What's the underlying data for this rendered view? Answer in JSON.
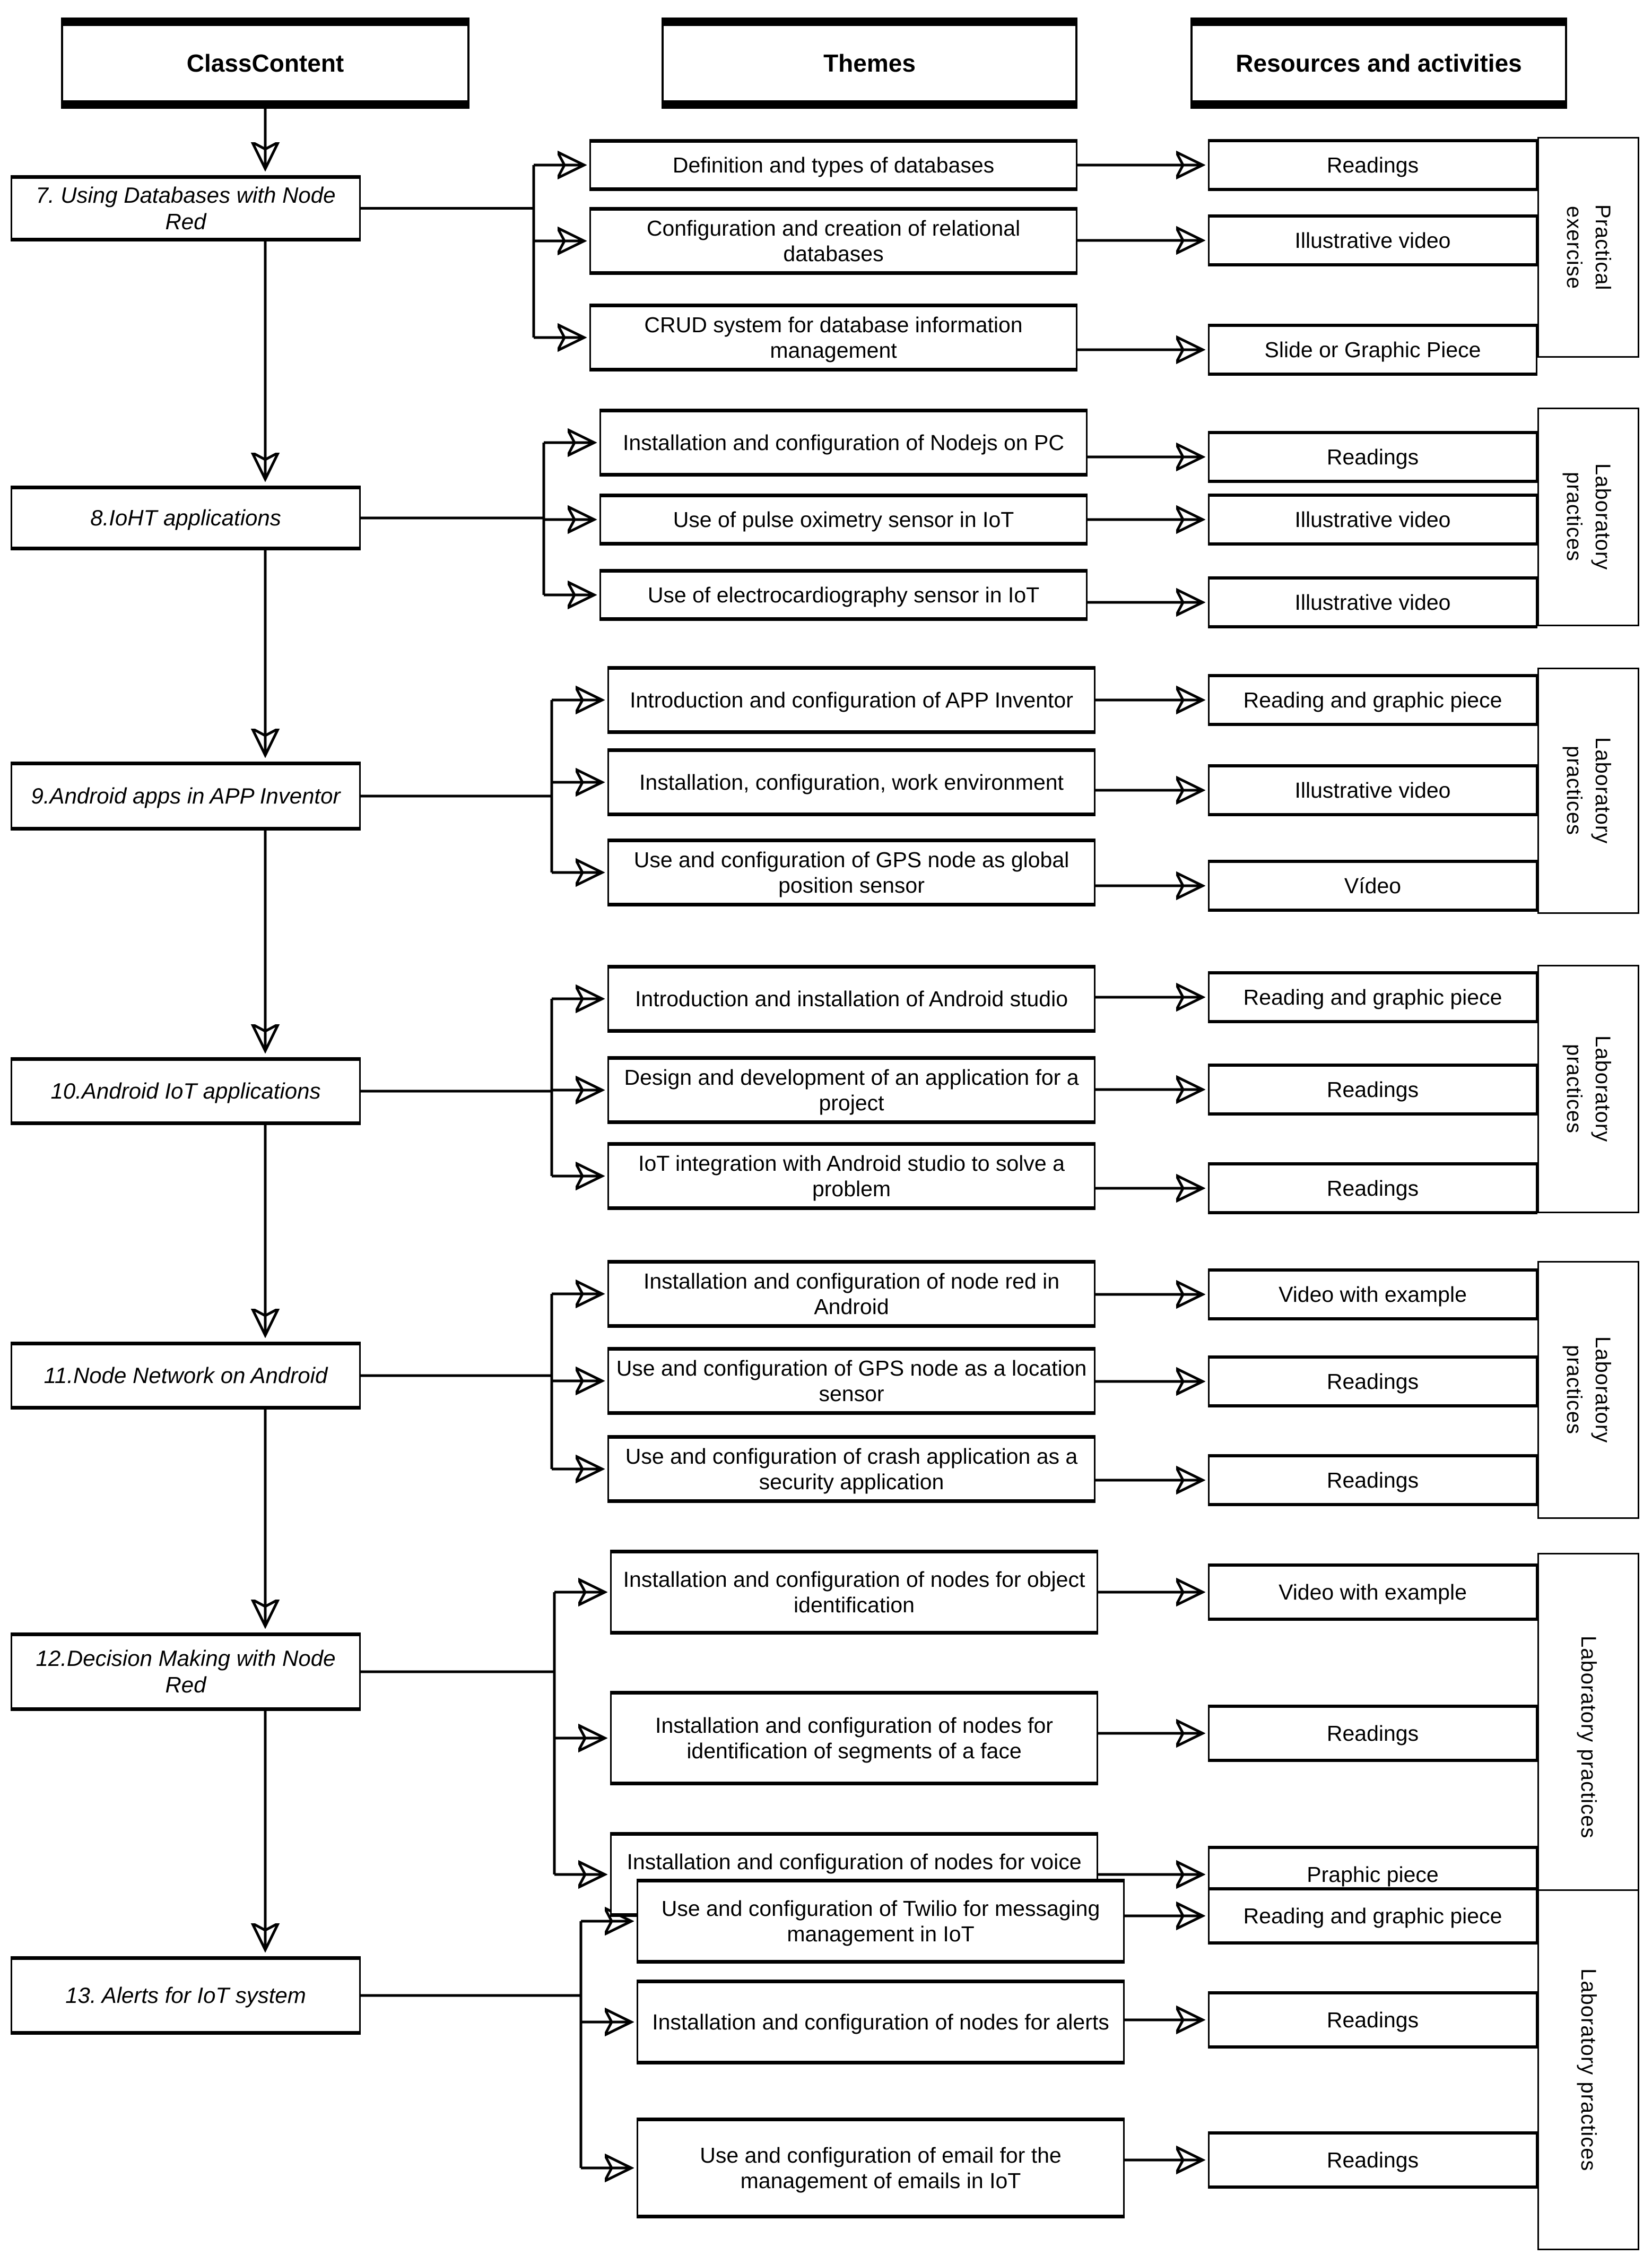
{
  "headers": [
    {
      "label": "ClassContent"
    },
    {
      "label": "Themes"
    },
    {
      "label": "Resources and activities"
    }
  ],
  "groups": [
    {
      "content": "7. Using Databases with Node Red",
      "group_label": "Practical exercise",
      "group_label_lines": "Practical\nexercise",
      "rows": [
        {
          "theme": "Definition and types of databases",
          "resource": "Readings"
        },
        {
          "theme": "Configuration and creation of relational databases",
          "resource": "Illustrative video"
        },
        {
          "theme": "CRUD system for database information management",
          "resource": "Slide or Graphic Piece"
        }
      ]
    },
    {
      "content": "8.IoHT applications",
      "group_label": "Laboratory practices",
      "group_label_lines": "Laboratory\npractices",
      "rows": [
        {
          "theme": "Installation and configuration of Nodejs on PC",
          "resource": "Readings"
        },
        {
          "theme": "Use of pulse oximetry sensor in IoT",
          "resource": "Illustrative video"
        },
        {
          "theme": "Use of electrocardiography sensor in IoT",
          "resource": "Illustrative video"
        }
      ]
    },
    {
      "content": "9.Android apps in APP Inventor",
      "group_label": "Laboratory practices",
      "group_label_lines": "Laboratory\npractices",
      "rows": [
        {
          "theme": "Introduction and configuration of APP Inventor",
          "resource": "Reading and graphic piece"
        },
        {
          "theme": "Installation, configuration, work environment",
          "resource": "Illustrative video"
        },
        {
          "theme": "Use and configuration of GPS node as global position sensor",
          "resource": "Vídeo"
        }
      ]
    },
    {
      "content": "10.Android IoT applications",
      "group_label": "Laboratory practices",
      "group_label_lines": "Laboratory\npractices",
      "rows": [
        {
          "theme": "Introduction and installation of Android studio",
          "resource": "Reading and graphic piece"
        },
        {
          "theme": "Design and development of an application for a project",
          "resource": "Readings"
        },
        {
          "theme": "IoT integration with Android studio to solve a problem",
          "resource": "Readings"
        }
      ]
    },
    {
      "content": "11.Node Network on Android",
      "group_label": "Laboratory practices",
      "group_label_lines": "Laboratory\npractices",
      "rows": [
        {
          "theme": "Installation and configuration of node red in Android",
          "resource": "Video with example"
        },
        {
          "theme": "Use and configuration of GPS node as a location sensor",
          "resource": "Readings"
        },
        {
          "theme": "Use and configuration of crash application as a security application",
          "resource": "Readings"
        }
      ]
    },
    {
      "content": "12.Decision Making with Node Red",
      "group_label": "Laboratory practices",
      "group_label_lines": "Laboratory practices",
      "rows": [
        {
          "theme": "Installation and configuration of nodes for object identification",
          "resource": "Video with example"
        },
        {
          "theme": "Installation and configuration of nodes for identification of segments of a face",
          "resource": "Readings"
        },
        {
          "theme": "Installation and configuration of nodes for voice identification",
          "resource": "Praphic piece"
        }
      ]
    },
    {
      "content": "13. Alerts for IoT system",
      "group_label": "Laboratory practices",
      "group_label_lines": "Laboratory practices",
      "rows": [
        {
          "theme": "Use and configuration of Twilio for messaging management in IoT",
          "resource": "Reading and graphic piece"
        },
        {
          "theme": "Installation and configuration of nodes for alerts",
          "resource": "Readings"
        },
        {
          "theme": "Use and configuration of email for the management of emails in IoT",
          "resource": "Readings"
        }
      ]
    }
  ],
  "colors": {
    "stroke": "#000000",
    "background": "#ffffff"
  }
}
